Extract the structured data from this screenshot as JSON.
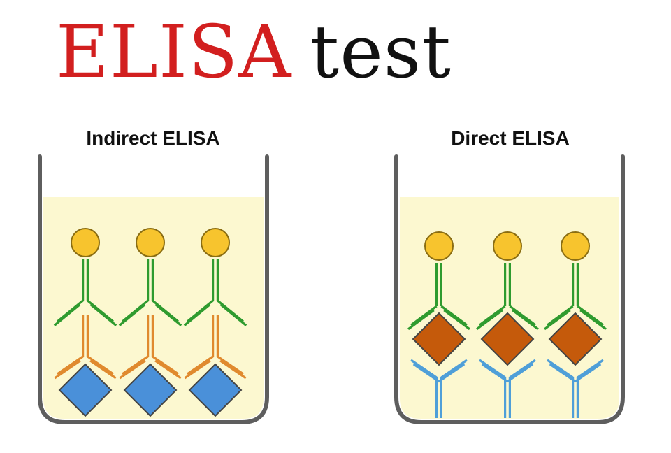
{
  "title": {
    "word1": "ELISA",
    "word2": "test",
    "word1_color": "#d21f1f",
    "word2_color": "#111111"
  },
  "panels": [
    {
      "label": "Indirect ELISA",
      "layers_bottom_to_top": [
        "antigen-blue",
        "antibody-orange",
        "antibody-green",
        "enzyme-yellow"
      ],
      "count": 3
    },
    {
      "label": "Direct ELISA",
      "layers_bottom_to_top": [
        "antibody-blue",
        "antigen-brown",
        "antibody-green",
        "enzyme-yellow"
      ],
      "count": 3
    }
  ],
  "colors": {
    "well_wall": "#5e5e5e",
    "liquid": "#fcf8d0",
    "enzyme": "#f7c42e",
    "enzyme_outline": "#8a6d12",
    "antibody_green": "#2f9b2f",
    "antibody_orange": "#e08a2e",
    "antibody_blue": "#4f9fd8",
    "antigen_blue": "#4a90d9",
    "antigen_brown": "#c55a0b",
    "antigen_outline": "#444444"
  }
}
